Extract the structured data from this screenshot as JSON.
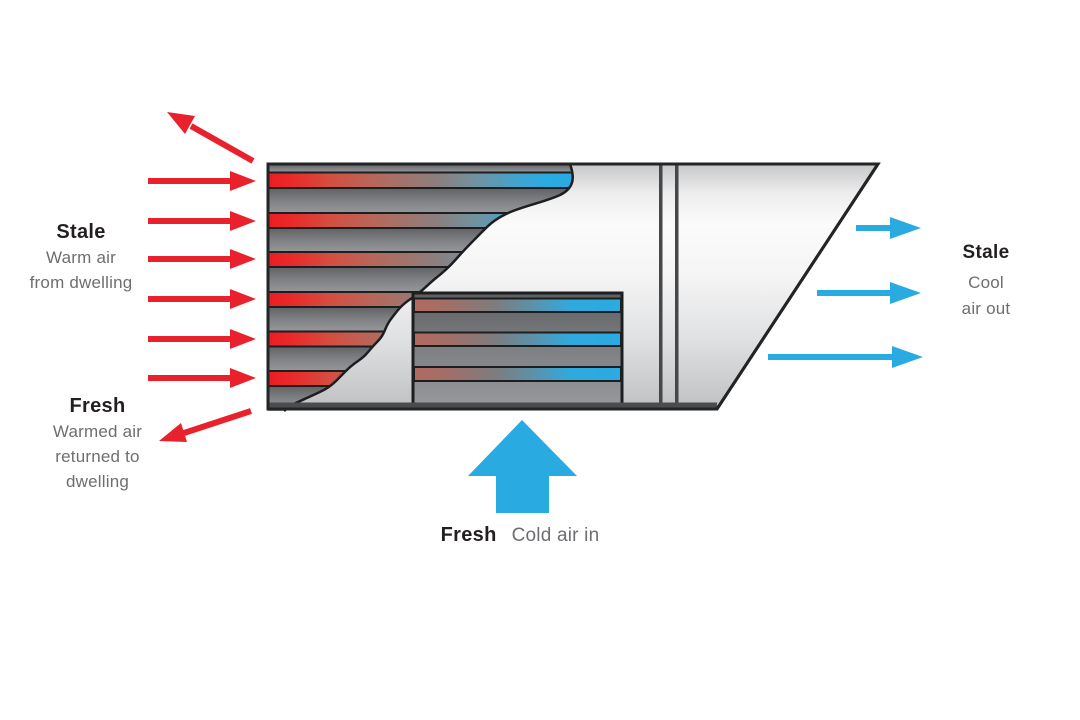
{
  "diagram": {
    "name": "heat-recovery-ventilator-cross-section",
    "labels": {
      "stale_in": {
        "title": "Stale",
        "line1": "Warm air",
        "line2": "from dwelling"
      },
      "fresh_out": {
        "title": "Fresh",
        "line1": "Warmed air",
        "line2": "returned to",
        "line3": "dwelling"
      },
      "stale_out": {
        "title": "Stale",
        "line1": "Cool",
        "line2": "air out"
      },
      "fresh_in": {
        "title": "Fresh",
        "caption": "Cold air in"
      }
    },
    "colors": {
      "warm_arrow": "#e8212d",
      "cool_arrow": "#29abe2",
      "stripe_hot": "#ed1c24",
      "stripe_cold": "#29abe2",
      "plate_gray": "#7e8083",
      "casing_light": "#fbfbfb",
      "casing_dark": "#c0c1c2",
      "outline": "#232425",
      "title_text": "#231f20",
      "body_text": "#6d6e71"
    }
  }
}
